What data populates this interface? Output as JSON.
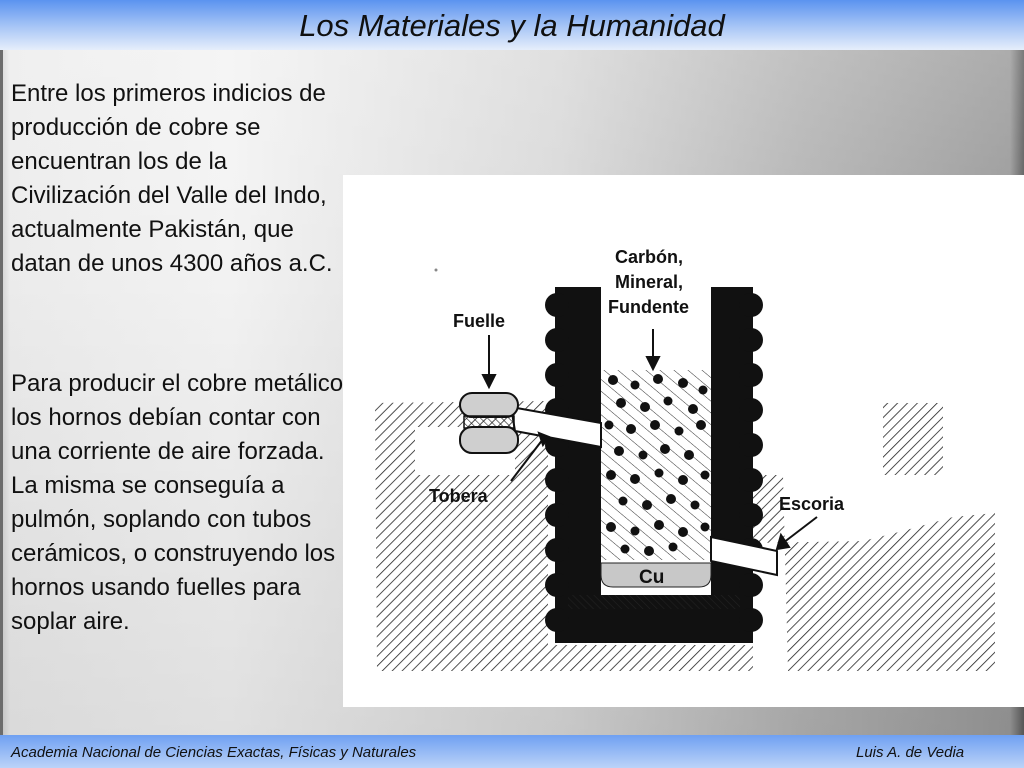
{
  "slide": {
    "title": "Los Materiales y la Humanidad",
    "paragraphs": [
      "Entre los primeros indicios de producción de cobre se encuentran los de la Civilización del Valle del Indo, actualmente Pakistán, que datan de unos 4300 años a.C.",
      "Para producir el cobre metálico los hornos debían contar con una corriente de aire forzada. La misma se conseguía a pulmón, soplando con tubos cerámicos, o construyendo los hornos usando fuelles para soplar aire."
    ]
  },
  "figure": {
    "labels": {
      "charge_line1": "Carbón,",
      "charge_line2": "Mineral,",
      "charge_line3": "Fundente",
      "bellows": "Fuelle",
      "tuyere": "Tobera",
      "slag": "Escoria",
      "copper": "Cu"
    }
  },
  "footer": {
    "left": "Academia Nacional de Ciencias Exactas, Físicas y Naturales",
    "right": "Luis A. de Vedia"
  }
}
